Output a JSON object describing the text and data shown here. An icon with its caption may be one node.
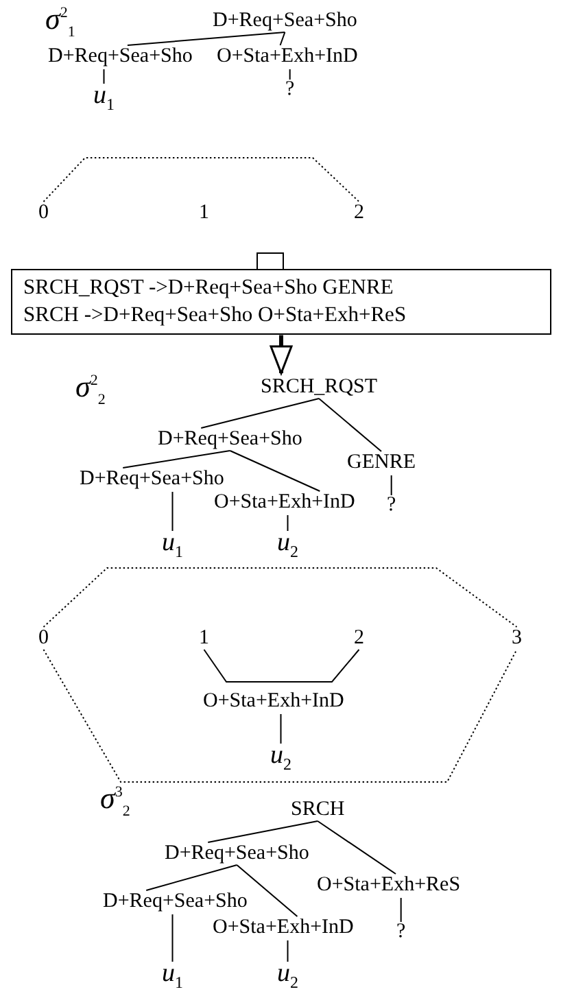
{
  "diagram": {
    "nodes": [
      {
        "text": [
          "D+Req+Sea+Sho"
        ]
      },
      {
        "text": [
          "D+Req+Sea+Sho"
        ]
      },
      {
        "text": [
          "O+Sta+Exh+InD"
        ]
      },
      {
        "text": [
          "*u*$_{1}$"
        ]
      },
      {
        "text": [
          "?"
        ]
      },
      {
        "text": [
          "0"
        ]
      },
      {
        "text": [
          "1"
        ]
      },
      {
        "text": [
          "2"
        ]
      },
      {
        "text": [],
        "shape": "box"
      },
      {
        "text": [
          "SRCH_RQST ->D+Req+Sea+Sho GENRE",
          "SRCH ->D+Req+Sea+Sho O+Sta+Exh+ReS"
        ]
      },
      {
        "text": [
          "SRCH_RQST"
        ]
      },
      {
        "text": [
          "D+Req+Sea+Sho"
        ]
      },
      {
        "text": [
          "GENRE"
        ]
      },
      {
        "text": [
          "D+Req+Sea+Sho"
        ]
      },
      {
        "text": [
          "O+Sta+Exh+InD"
        ]
      },
      {
        "text": [
          "?"
        ]
      },
      {
        "text": [
          "*u*$_{1}$"
        ]
      },
      {
        "text": [
          "*u*$_{2}$"
        ]
      },
      {
        "text": [
          "0"
        ]
      },
      {
        "text": [
          "1"
        ]
      },
      {
        "text": [
          "2"
        ]
      },
      {
        "text": [
          "3"
        ]
      },
      {
        "text": [
          "O+Sta+Exh+InD"
        ]
      },
      {
        "text": [
          "*u*$_{2}$"
        ]
      },
      {
        "text": [
          "SRCH"
        ]
      },
      {
        "text": [
          "D+Req+Sea+Sho"
        ]
      },
      {
        "text": [
          "O+Sta+Exh+ReS"
        ]
      },
      {
        "text": [
          "D+Req+Sea+Sho"
        ]
      },
      {
        "text": [
          "O+Sta+Exh+InD"
        ]
      },
      {
        "text": [
          "?"
        ]
      },
      {
        "text": [
          "*u*$_{1}$"
        ]
      },
      {
        "text": [
          "*u*$_{2}$"
        ]
      }
    ],
    "edges": [
      {
        "from": 0,
        "to": 1,
        "arrow": "none"
      },
      {
        "from": 0,
        "to": 2,
        "arrow": "none"
      },
      {
        "from": 1,
        "to": 3,
        "arrow": "none"
      },
      {
        "from": 2,
        "to": 4,
        "arrow": "none"
      },
      {
        "from": 5,
        "to": 7,
        "arrow": "none",
        "style": "dashed"
      },
      {
        "from": 9,
        "to": 10,
        "arrow": "to",
        "style": "thick"
      },
      {
        "from": 10,
        "to": 11,
        "arrow": "none"
      },
      {
        "from": 10,
        "to": 12,
        "arrow": "none"
      },
      {
        "from": 11,
        "to": 13,
        "arrow": "none"
      },
      {
        "from": 11,
        "to": 14,
        "arrow": "none"
      },
      {
        "from": 12,
        "to": 15,
        "arrow": "none"
      },
      {
        "from": 13,
        "to": 16,
        "arrow": "none"
      },
      {
        "from": 14,
        "to": 17,
        "arrow": "none"
      },
      {
        "from": 18,
        "to": 21,
        "arrow": "none",
        "style": "dashed"
      },
      {
        "from": 18,
        "to": 21,
        "arrow": "none",
        "style": "dashed"
      },
      {
        "from": 19,
        "to": 20,
        "arrow": "none"
      },
      {
        "from": 22,
        "to": 23,
        "arrow": "none"
      },
      {
        "from": 24,
        "to": 25,
        "arrow": "none"
      },
      {
        "from": 24,
        "to": 26,
        "arrow": "none"
      },
      {
        "from": 25,
        "to": 27,
        "arrow": "none"
      },
      {
        "from": 25,
        "to": 28,
        "arrow": "none"
      },
      {
        "from": 26,
        "to": 29,
        "arrow": "none"
      },
      {
        "from": 27,
        "to": 30,
        "arrow": "none"
      },
      {
        "from": 28,
        "to": 31,
        "arrow": "none"
      }
    ],
    "labels": [
      "*σ*$^{2}$$_{1}$",
      "*σ*$^{2}$$_{2}$",
      "*σ*$^{3}$$_{2}$"
    ]
  }
}
